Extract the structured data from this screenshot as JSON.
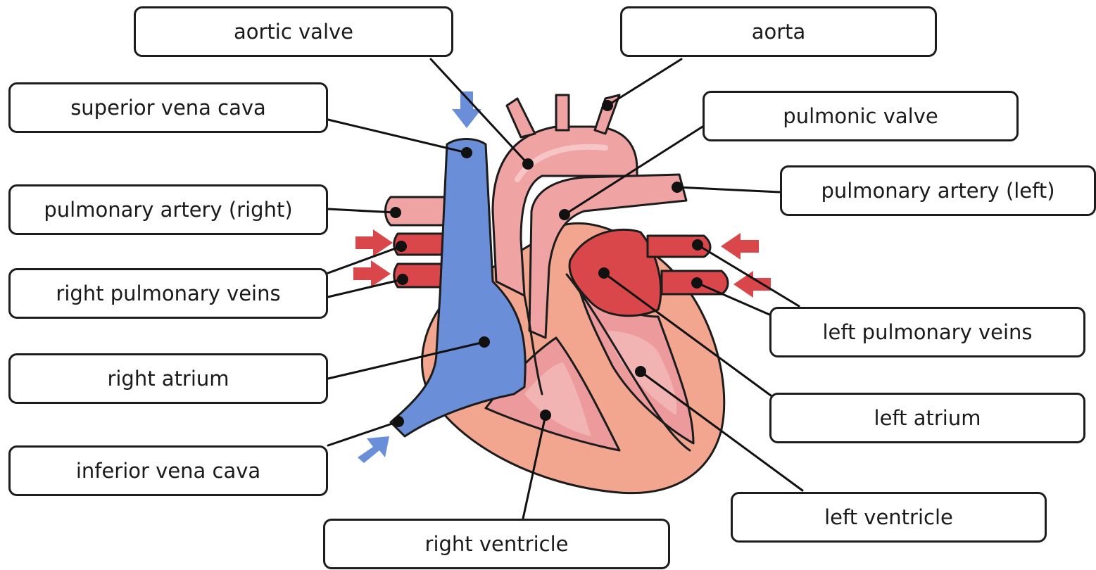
{
  "labels": {
    "aortic_valve": "aortic valve",
    "aorta": "aorta",
    "superior_vena_cava": "superior vena cava",
    "pulmonic_valve": "pulmonic valve",
    "pulmonary_artery_right": "pulmonary artery (right)",
    "pulmonary_artery_left": "pulmonary artery (left)",
    "right_pulmonary_veins": "right pulmonary veins",
    "left_pulmonary_veins": "left pulmonary veins",
    "right_atrium": "right atrium",
    "left_atrium": "left atrium",
    "inferior_vena_cava": "inferior vena cava",
    "left_ventricle": "left ventricle",
    "right_ventricle": "right ventricle"
  },
  "colors": {
    "deoxygenated_blue": "#6a8fd8",
    "oxygenated_red": "#d9474a",
    "heart_muscle": "#f2a58f",
    "chamber_pink": "#ec9a9c",
    "vessel_pink": "#f0a3a3",
    "outline": "#1c1c1c"
  }
}
